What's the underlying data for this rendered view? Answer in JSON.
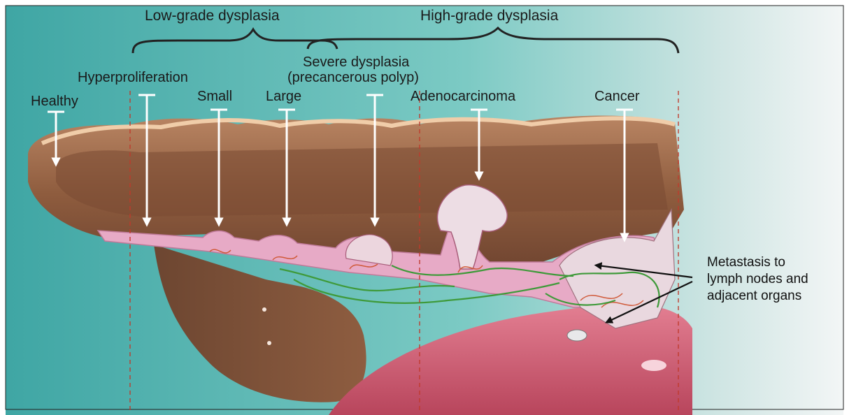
{
  "groups": {
    "low_grade": "Low-grade dysplasia",
    "high_grade": "High-grade dysplasia"
  },
  "stages": {
    "healthy": "Healthy",
    "hyperproliferation": "Hyperproliferation",
    "small": "Small",
    "large": "Large",
    "severe_line1": "Severe dysplasia",
    "severe_line2": "(precancerous polyp)",
    "adenocarcinoma": "Adenocarcinoma",
    "cancer": "Cancer"
  },
  "metastasis": {
    "line1": "Metastasis to",
    "line2": "lymph nodes and",
    "line3": "adjacent organs"
  },
  "colors": {
    "background_teal": "#4fb3b0",
    "tissue_brown": "#8a5a3c",
    "mucosa_pink": "#e6a9c4",
    "lymph_green": "#3f9a3a",
    "boundary_red": "#c0392b",
    "organ_pink": "#d8647a"
  }
}
